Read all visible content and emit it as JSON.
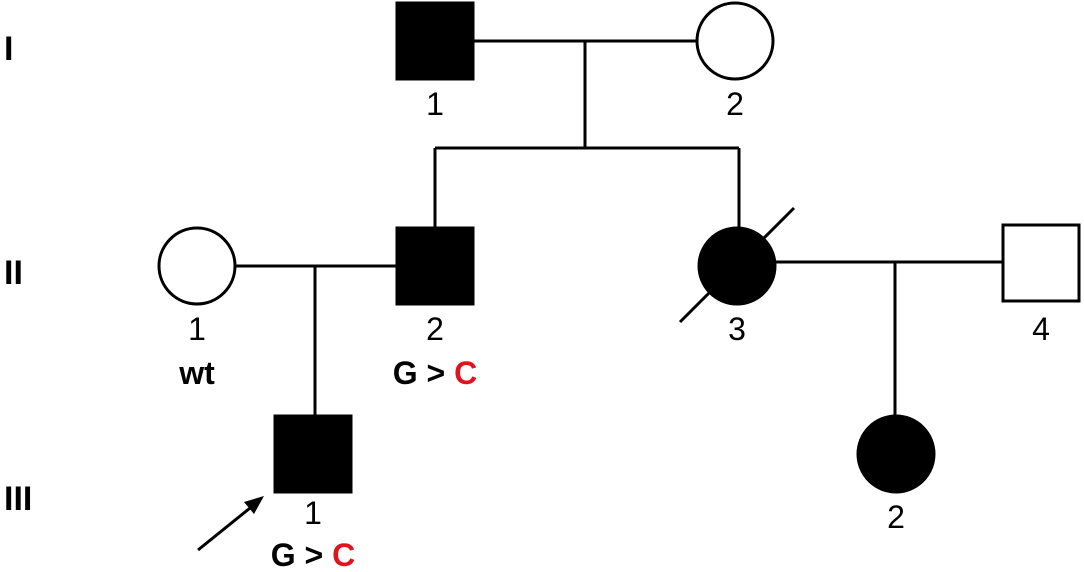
{
  "generations": [
    {
      "id": "gen-1",
      "label": "I"
    },
    {
      "id": "gen-2",
      "label": "II"
    },
    {
      "id": "gen-3",
      "label": "III"
    }
  ],
  "individuals": [
    {
      "id": "I-1",
      "number": "1",
      "sex": "male",
      "affected": true,
      "deceased": false
    },
    {
      "id": "I-2",
      "number": "2",
      "sex": "female",
      "affected": false,
      "deceased": false
    },
    {
      "id": "II-1",
      "number": "1",
      "sex": "female",
      "affected": false,
      "deceased": false,
      "genotype": {
        "text": "wt"
      }
    },
    {
      "id": "II-2",
      "number": "2",
      "sex": "male",
      "affected": true,
      "deceased": false,
      "genotype": {
        "ref": "G",
        "sep": " > ",
        "alt": "C"
      }
    },
    {
      "id": "II-3",
      "number": "3",
      "sex": "female",
      "affected": true,
      "deceased": true
    },
    {
      "id": "II-4",
      "number": "4",
      "sex": "male",
      "affected": false,
      "deceased": false
    },
    {
      "id": "III-1",
      "number": "1",
      "sex": "male",
      "affected": true,
      "deceased": false,
      "proband": true,
      "genotype": {
        "ref": "G",
        "sep": " > ",
        "alt": "C"
      }
    },
    {
      "id": "III-2",
      "number": "2",
      "sex": "female",
      "affected": true,
      "deceased": false
    }
  ],
  "colors": {
    "affected": "#000000",
    "unaffected": "#ffffff",
    "variant": "#e0141e"
  }
}
